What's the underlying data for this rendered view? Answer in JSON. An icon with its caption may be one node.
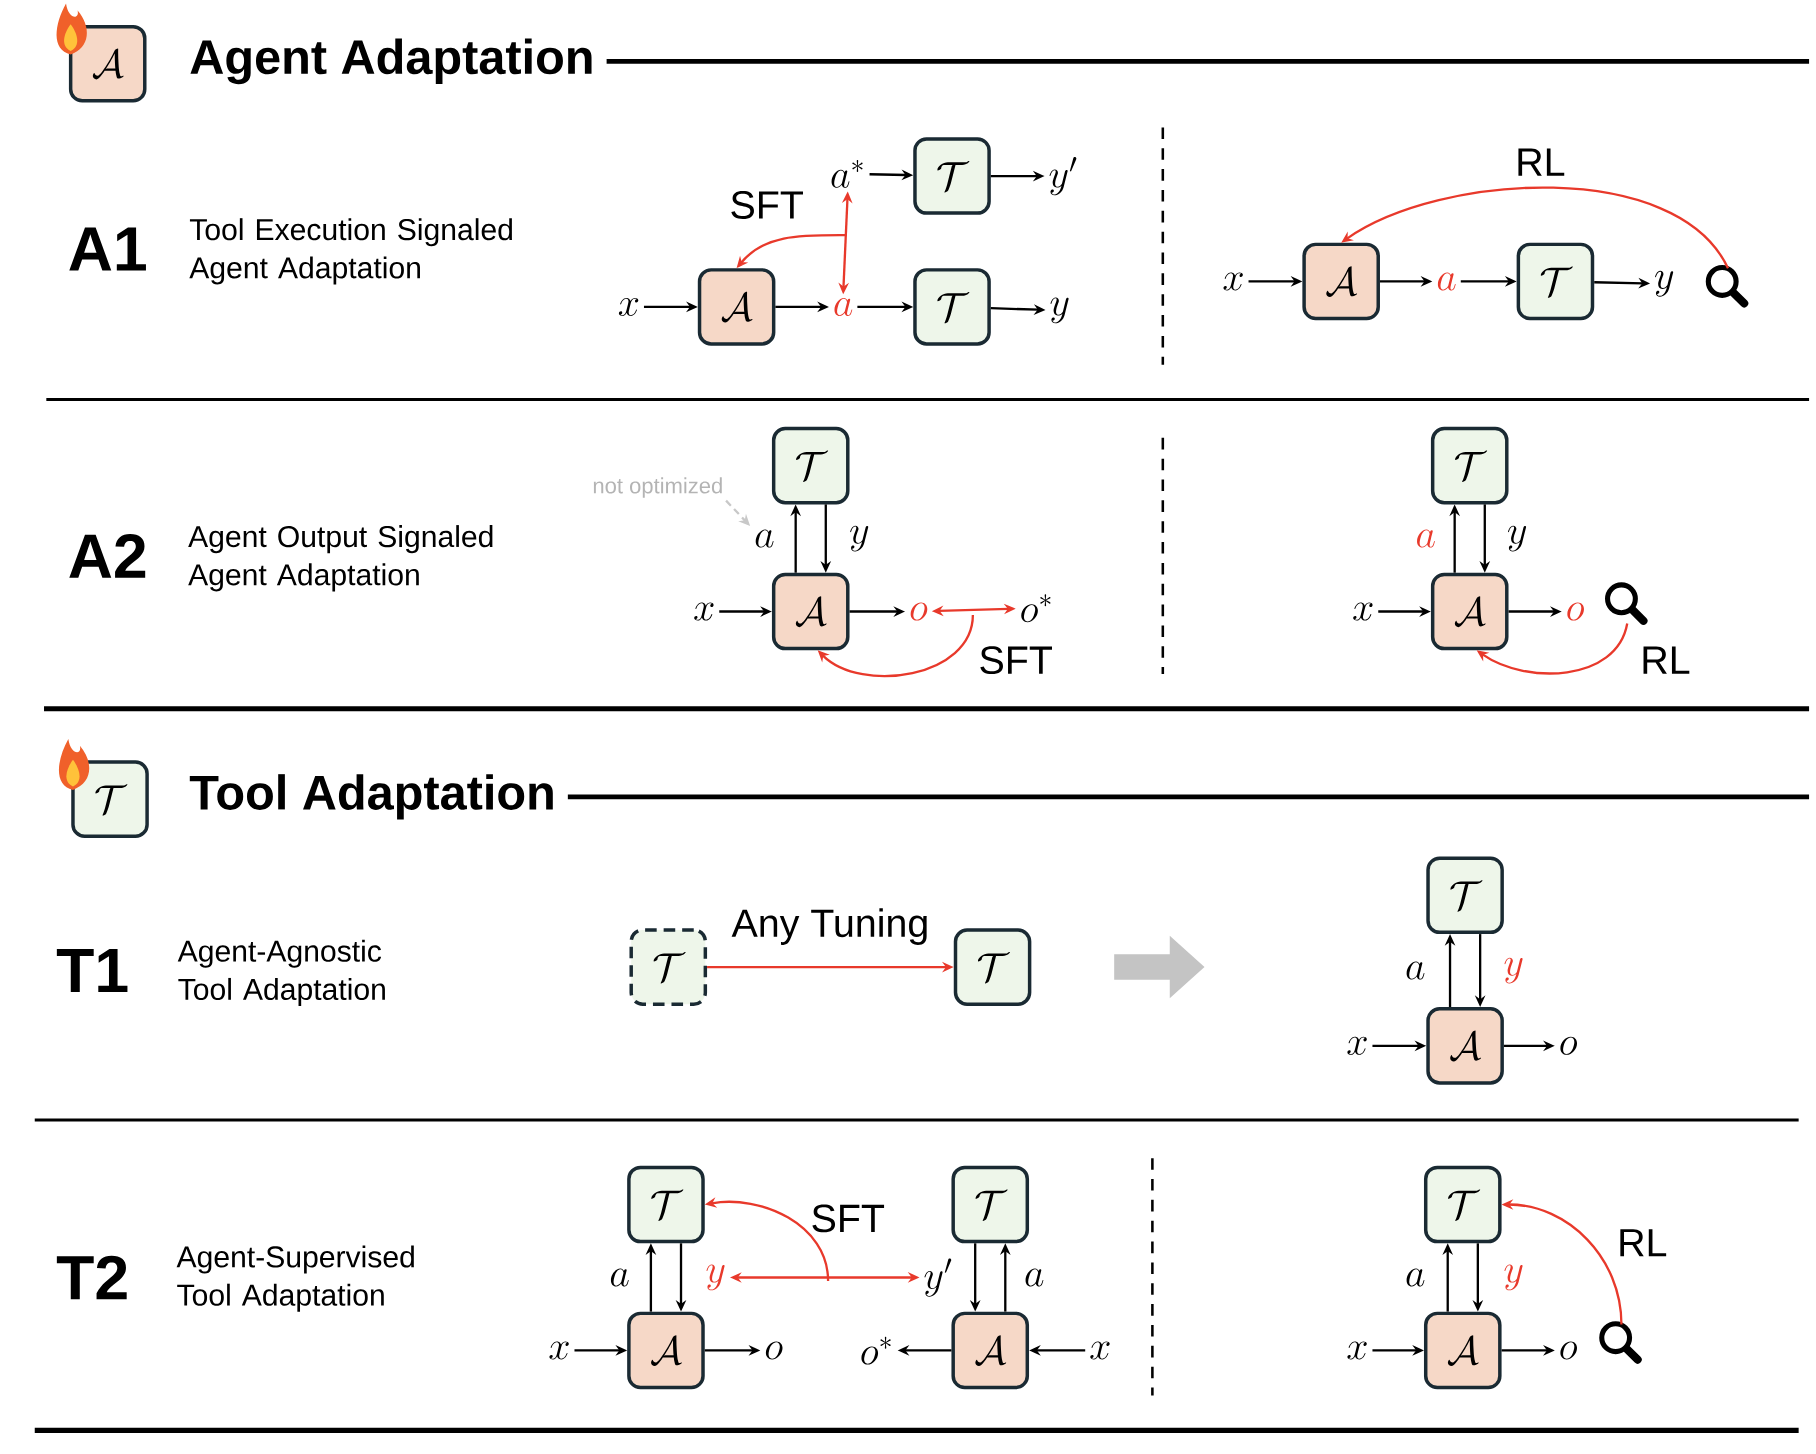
{
  "diagram": {
    "nodes": [
      {
        "text": [
          "\\mathcal{A}"
        ]
      },
      {
        "text": [
          "x"
        ]
      },
      {
        "text": [
          "\\mathcal{A}"
        ]
      },
      {
        "text": [
          "a"
        ]
      },
      {
        "text": [
          "\\mathcal{T}"
        ]
      },
      {
        "text": [
          "y"
        ]
      },
      {
        "text": [
          "a^{*}"
        ]
      },
      {
        "text": [
          "\\mathcal{T}"
        ]
      },
      {
        "text": [
          "y'"
        ]
      },
      {
        "text": [
          "x"
        ]
      },
      {
        "text": [
          "\\mathcal{A}"
        ]
      },
      {
        "text": [
          "a"
        ]
      },
      {
        "text": [
          "\\mathcal{T}"
        ]
      },
      {
        "text": [
          "y"
        ]
      },
      {
        "text": [],
        "shape": "magnifier"
      },
      {
        "text": [
          "\\mathcal{T}"
        ]
      },
      {
        "text": [
          "a"
        ]
      },
      {
        "text": [
          "y"
        ]
      },
      {
        "text": [
          "x"
        ]
      },
      {
        "text": [
          "\\mathcal{A}"
        ]
      },
      {
        "text": [
          "o"
        ]
      },
      {
        "text": [
          "o^{*}"
        ]
      },
      {
        "text": [
          "\\mathcal{T}"
        ]
      },
      {
        "text": [
          "a"
        ]
      },
      {
        "text": [
          "y"
        ]
      },
      {
        "text": [
          "x"
        ]
      },
      {
        "text": [
          "\\mathcal{A}"
        ]
      },
      {
        "text": [
          "o"
        ]
      },
      {
        "text": [],
        "shape": "magnifier"
      },
      {
        "text": [
          "\\mathcal{T}"
        ]
      },
      {
        "text": [
          "\\mathcal{T}"
        ]
      },
      {
        "text": [
          "\\mathcal{T}"
        ]
      },
      {
        "text": [
          "\\mathcal{T}"
        ]
      },
      {
        "text": [
          "a"
        ]
      },
      {
        "text": [
          "y"
        ]
      },
      {
        "text": [
          "x"
        ]
      },
      {
        "text": [
          "\\mathcal{A}"
        ]
      },
      {
        "text": [
          "o"
        ]
      },
      {
        "text": [
          "\\mathcal{T}"
        ]
      },
      {
        "text": [
          "a"
        ]
      },
      {
        "text": [
          "y"
        ]
      },
      {
        "text": [
          "x"
        ]
      },
      {
        "text": [
          "\\mathcal{A}"
        ]
      },
      {
        "text": [
          "o"
        ]
      },
      {
        "text": [
          "\\mathcal{T}"
        ]
      },
      {
        "text": [
          "y'"
        ]
      },
      {
        "text": [
          "a"
        ]
      },
      {
        "text": [
          "o^{*}"
        ]
      },
      {
        "text": [
          "\\mathcal{A}"
        ]
      },
      {
        "text": [
          "x"
        ]
      },
      {
        "text": [
          "\\mathcal{T}"
        ]
      },
      {
        "text": [
          "a"
        ]
      },
      {
        "text": [
          "y"
        ]
      },
      {
        "text": [
          "x"
        ]
      },
      {
        "text": [
          "\\mathcal{A}"
        ]
      },
      {
        "text": [
          "o"
        ]
      },
      {
        "text": [],
        "shape": "magnifier"
      },
      {
        "text": [
          "not optimized"
        ]
      }
    ],
    "edges": [
      {
        "from": 1,
        "to": 2,
        "arrow": "to"
      },
      {
        "from": 2,
        "to": 3,
        "arrow": "to"
      },
      {
        "from": 3,
        "to": 4,
        "arrow": "to"
      },
      {
        "from": 4,
        "to": 5,
        "arrow": "to"
      },
      {
        "from": 6,
        "to": 7,
        "arrow": "to"
      },
      {
        "from": 7,
        "to": 8,
        "arrow": "to"
      },
      {
        "from": 3,
        "to": 6,
        "arrow": "both",
        "color": "#e8392b"
      },
      {
        "from": null,
        "to": 2,
        "arrow": "to",
        "label": "SFT",
        "color": "#e8392b"
      },
      {
        "from": 9,
        "to": 10,
        "arrow": "to"
      },
      {
        "from": 10,
        "to": 11,
        "arrow": "to"
      },
      {
        "from": 11,
        "to": 12,
        "arrow": "to"
      },
      {
        "from": 12,
        "to": 13,
        "arrow": "to"
      },
      {
        "from": 14,
        "to": 10,
        "arrow": "to",
        "label": "RL",
        "color": "#e8392b"
      },
      {
        "from": 18,
        "to": 19,
        "arrow": "to"
      },
      {
        "from": 19,
        "to": 20,
        "arrow": "to"
      },
      {
        "from": 19,
        "to": 15,
        "arrow": "to"
      },
      {
        "from": 15,
        "to": 19,
        "arrow": "to"
      },
      {
        "from": 20,
        "to": 21,
        "arrow": "both",
        "color": "#e8392b"
      },
      {
        "from": null,
        "to": 19,
        "arrow": "to",
        "label": "SFT",
        "color": "#e8392b"
      },
      {
        "from": 57,
        "to": 16,
        "arrow": "to",
        "style": "dashed",
        "color": "#c8c8c8"
      },
      {
        "from": 25,
        "to": 26,
        "arrow": "to"
      },
      {
        "from": 26,
        "to": 27,
        "arrow": "to"
      },
      {
        "from": 26,
        "to": 22,
        "arrow": "to"
      },
      {
        "from": 22,
        "to": 26,
        "arrow": "to"
      },
      {
        "from": 28,
        "to": 26,
        "arrow": "to",
        "label": "RL",
        "color": "#e8392b"
      },
      {
        "from": 30,
        "to": 31,
        "arrow": "to",
        "label": "Any Tuning",
        "color": "#e8392b"
      },
      {
        "from": 35,
        "to": 36,
        "arrow": "to"
      },
      {
        "from": 36,
        "to": 37,
        "arrow": "to"
      },
      {
        "from": 36,
        "to": 32,
        "arrow": "to"
      },
      {
        "from": 32,
        "to": 36,
        "arrow": "to"
      },
      {
        "from": 41,
        "to": 42,
        "arrow": "to"
      },
      {
        "from": 42,
        "to": 43,
        "arrow": "to"
      },
      {
        "from": 42,
        "to": 38,
        "arrow": "to"
      },
      {
        "from": 38,
        "to": 42,
        "arrow": "to"
      },
      {
        "from": 49,
        "to": 48,
        "arrow": "to"
      },
      {
        "from": 48,
        "to": 47,
        "arrow": "to"
      },
      {
        "from": 48,
        "to": 44,
        "arrow": "to"
      },
      {
        "from": 44,
        "to": 48,
        "arrow": "to"
      },
      {
        "from": 40,
        "to": 45,
        "arrow": "both",
        "color": "#e8392b"
      },
      {
        "from": null,
        "to": 38,
        "arrow": "to",
        "label": "SFT",
        "color": "#e8392b"
      },
      {
        "from": 53,
        "to": 54,
        "arrow": "to"
      },
      {
        "from": 54,
        "to": 55,
        "arrow": "to"
      },
      {
        "from": 54,
        "to": 50,
        "arrow": "to"
      },
      {
        "from": 50,
        "to": 54,
        "arrow": "to"
      },
      {
        "from": 56,
        "to": 50,
        "arrow": "to",
        "label": "RL",
        "color": "#e8392b"
      }
    ],
    "labels": [
      "Agent Adaptation",
      "A1",
      "Tool Execution Signaled Agent Adaptation",
      "A2",
      "Agent Output Signaled Agent Adaptation",
      "Tool Adaptation",
      "T1",
      "Agent-Agnostic Tool Adaptation",
      "T2",
      "Agent-Supervised Tool Adaptation"
    ]
  }
}
